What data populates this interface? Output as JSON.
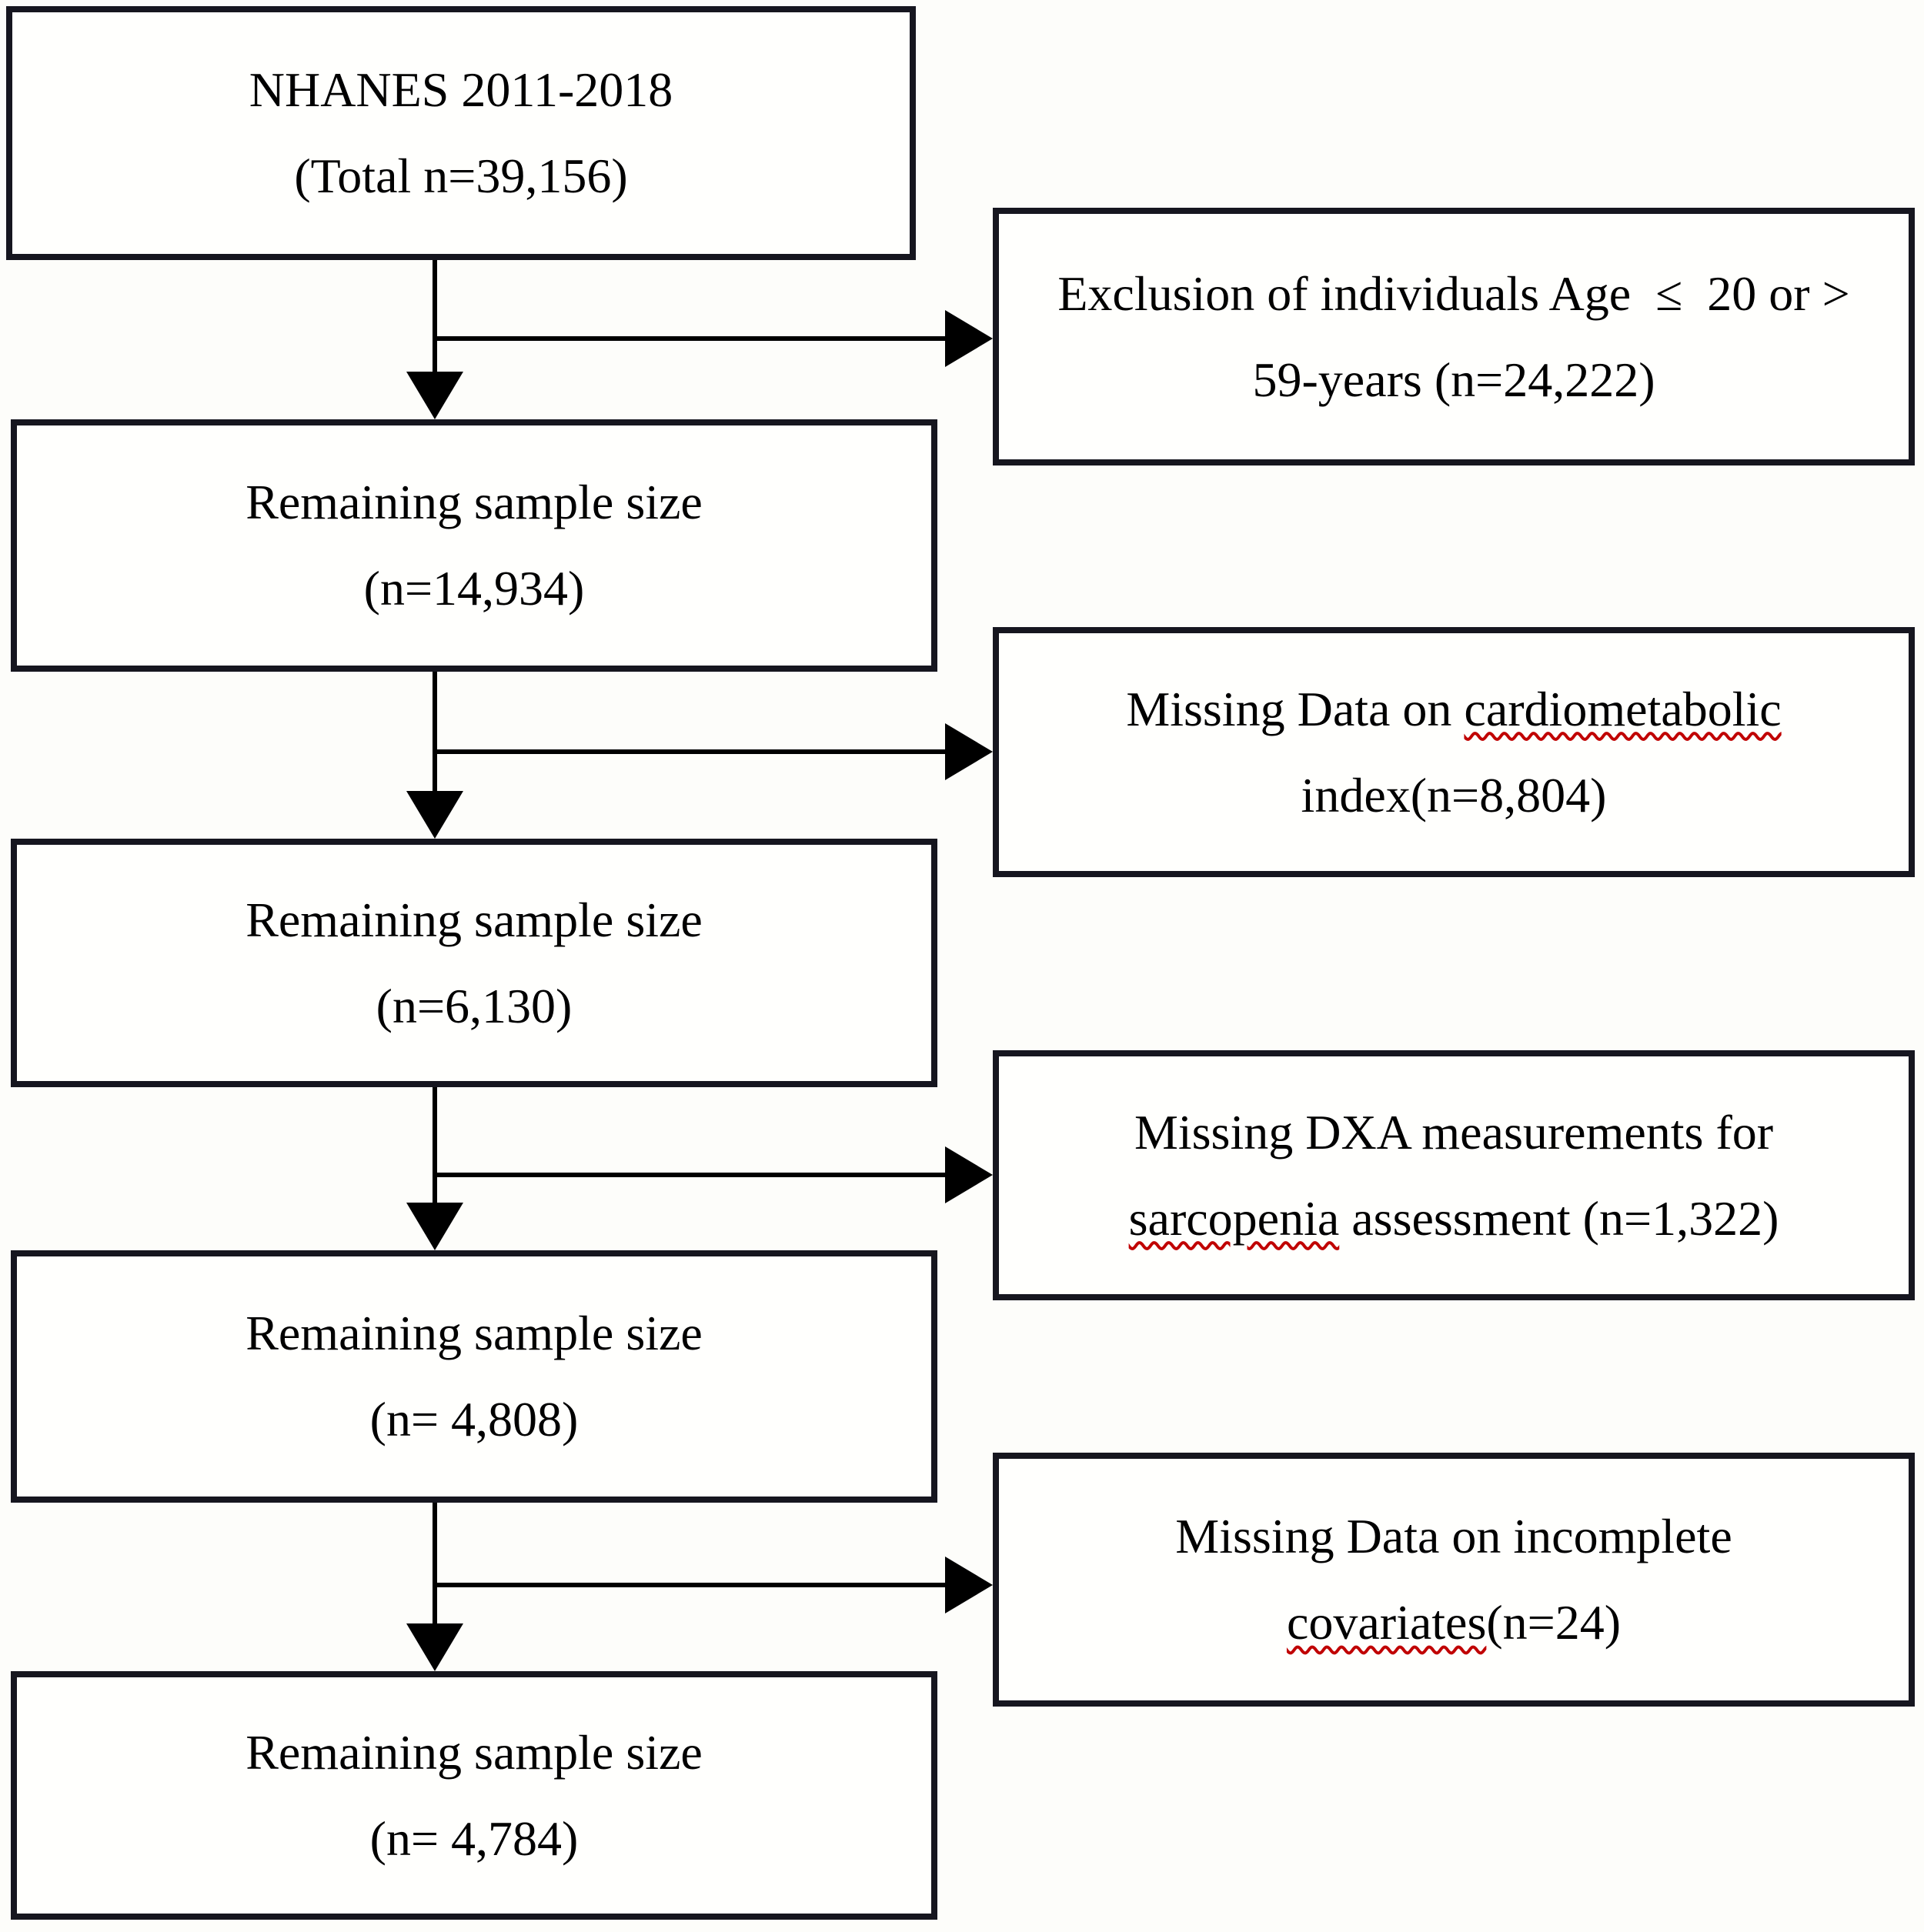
{
  "colors": {
    "box_border": "#16161f",
    "arrow": "#000000",
    "spellcheck_squiggle": "#c00000",
    "background": "#fdfdfa",
    "text": "#000000"
  },
  "boxes": {
    "total": {
      "line1": "NHANES 2011-2018",
      "line2": "(Total n=39,156)"
    },
    "exclusion_age": {
      "line1": "Exclusion of individuals Age  ≤  20 or >",
      "line2": "59-years (n=24,222)"
    },
    "remaining1": {
      "line1": "Remaining sample size",
      "line2": "(n=14,934)"
    },
    "missing_cardiometabolic": {
      "line1_prefix": "Missing Data on ",
      "line1_flagged": "cardiometabolic",
      "line2": "index(n=8,804)"
    },
    "remaining2": {
      "line1": "Remaining sample size",
      "line2": "(n=6,130)"
    },
    "missing_dxa": {
      "line1": "Missing DXA measurements for",
      "line2_flagged": "sarcopenia",
      "line2_rest": " assessment (n=1,322)"
    },
    "remaining3": {
      "line1": "Remaining sample size",
      "line2": "(n= 4,808)"
    },
    "missing_covariates": {
      "line1": "Missing Data on incomplete",
      "line2_flagged": "covariates",
      "line2_rest": "(n=24)"
    },
    "remaining4": {
      "line1": "Remaining sample size",
      "line2": "(n= 4,784)"
    }
  }
}
